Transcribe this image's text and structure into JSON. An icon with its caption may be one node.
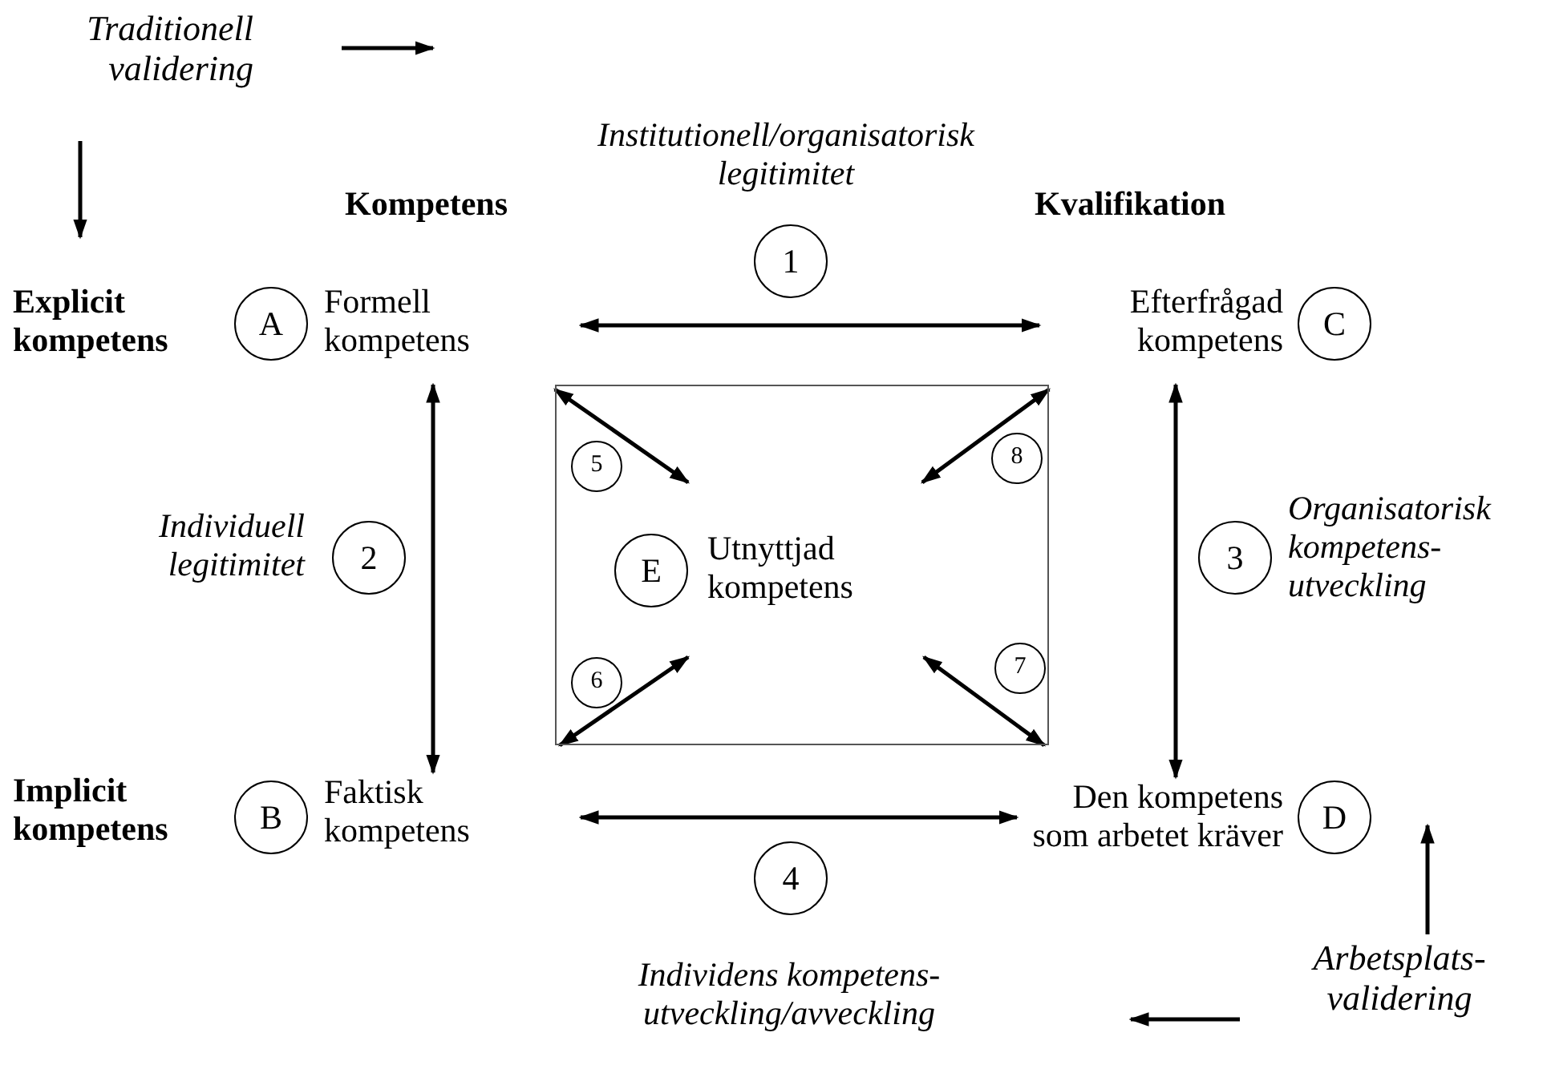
{
  "diagram": {
    "nodes": [
      {
        "text": [
          "Traditionell validering"
        ]
      },
      {
        "text": [
          "Explicit kompetens"
        ]
      },
      {
        "text": [
          "A"
        ]
      },
      {
        "text": [
          "Formell kompetens"
        ]
      },
      {
        "text": [
          "Efterfrågad kompetens"
        ]
      },
      {
        "text": [
          "C"
        ]
      },
      {
        "text": [],
        "shape": "box"
      },
      {
        "text": [
          "E"
        ],
        "in": 6
      },
      {
        "text": [
          "Utnyttjad kompetens"
        ],
        "in": 6
      },
      {
        "text": [
          "B"
        ]
      },
      {
        "text": [
          "Faktisk kompetens"
        ]
      },
      {
        "text": [
          "Den kompetens som arbetet kräver"
        ]
      },
      {
        "text": [
          "D"
        ]
      },
      {
        "text": [
          "Arbetsplats- validering"
        ]
      },
      {
        "text": [
          "1"
        ],
        "beside": [
          "Institutionell/organisatorisk legitimitet"
        ]
      },
      {
        "text": [
          "2"
        ],
        "beside": [
          "Individuell legitimitet"
        ]
      },
      {
        "text": [
          "3"
        ],
        "beside": [
          "Organisatorisk kompetens- utveckling"
        ]
      },
      {
        "text": [
          "4"
        ],
        "beside": [
          "Individens kompetens- utveckling/avveckling"
        ]
      },
      {
        "text": [
          "5"
        ],
        "in": 6
      },
      {
        "text": [
          "6"
        ],
        "in": 6
      },
      {
        "text": [
          "7"
        ],
        "in": 6
      },
      {
        "text": [
          "8"
        ],
        "in": 6
      }
    ],
    "edges": [
      {
        "from": 0,
        "to": 1,
        "arrow": "to"
      },
      {
        "from": 3,
        "to": 4,
        "arrow": "both"
      },
      {
        "from": 3,
        "to": 10,
        "arrow": "both"
      },
      {
        "from": 4,
        "to": 11,
        "arrow": "both"
      },
      {
        "from": 10,
        "to": 11,
        "arrow": "both"
      },
      {
        "from": 8,
        "to": 6,
        "arrow": "both"
      },
      {
        "from": 8,
        "to": 6,
        "arrow": "both"
      },
      {
        "from": 8,
        "to": 6,
        "arrow": "both"
      },
      {
        "from": 8,
        "to": 6,
        "arrow": "both"
      },
      {
        "from": 13,
        "to": null,
        "arrow": "to"
      }
    ],
    "labels": [
      "Kompetens",
      "Kvalifikation",
      "Implicit kompetens"
    ]
  }
}
